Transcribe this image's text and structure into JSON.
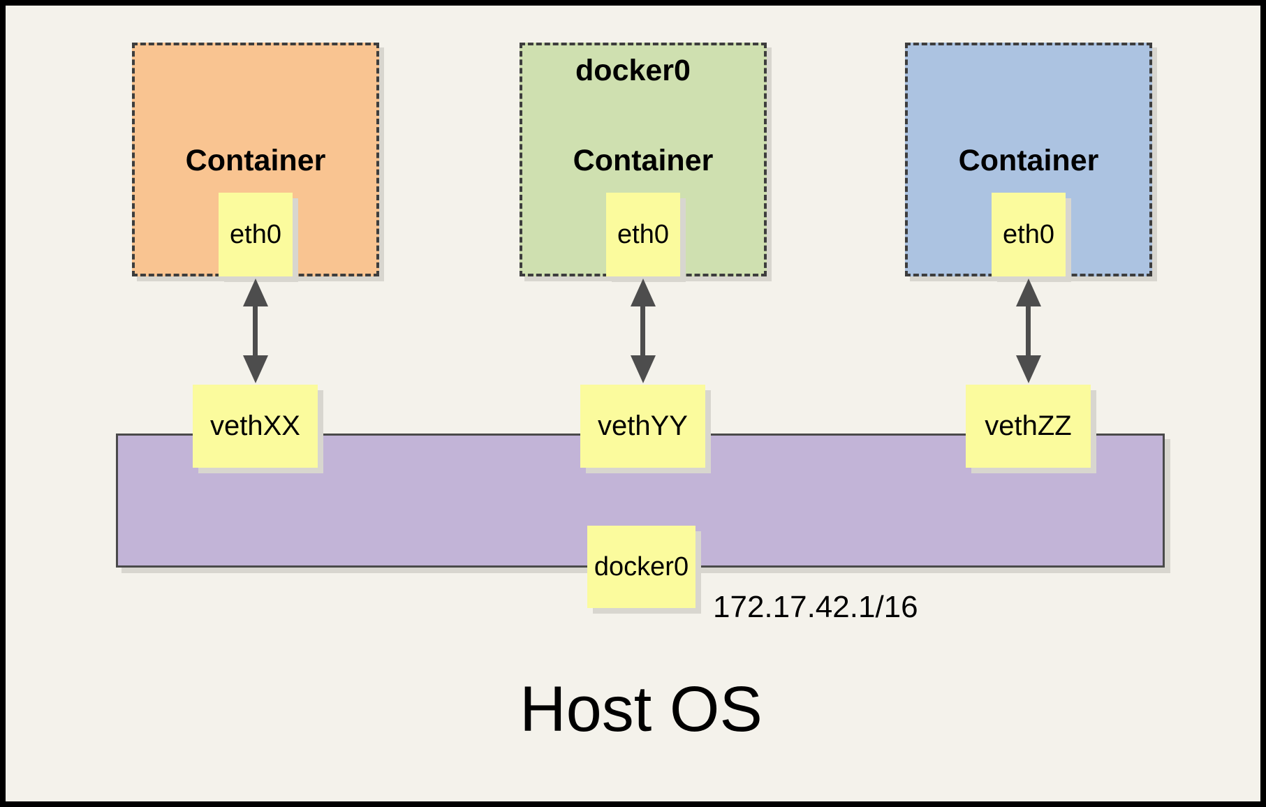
{
  "diagram": {
    "title": "Host OS",
    "ip_label": "172.17.42.1/16",
    "bridge": {
      "name": "docker0",
      "interface": "docker0"
    },
    "containers": [
      {
        "label": "Container",
        "interface": "eth0",
        "veth": "vethXX",
        "fill": "#f9c491"
      },
      {
        "label": "Container",
        "interface": "eth0",
        "veth": "vethYY",
        "fill": "#cfe0b0"
      },
      {
        "label": "Container",
        "interface": "eth0",
        "veth": "vethZZ",
        "fill": "#acc3e1"
      }
    ],
    "colors": {
      "background": "#f4f2eb",
      "note_yellow": "#fbfb9d",
      "bridge_purple": "#c2b4d7",
      "dash_border": "#3d3d3d",
      "arrow_gray": "#4d4d4d"
    }
  }
}
